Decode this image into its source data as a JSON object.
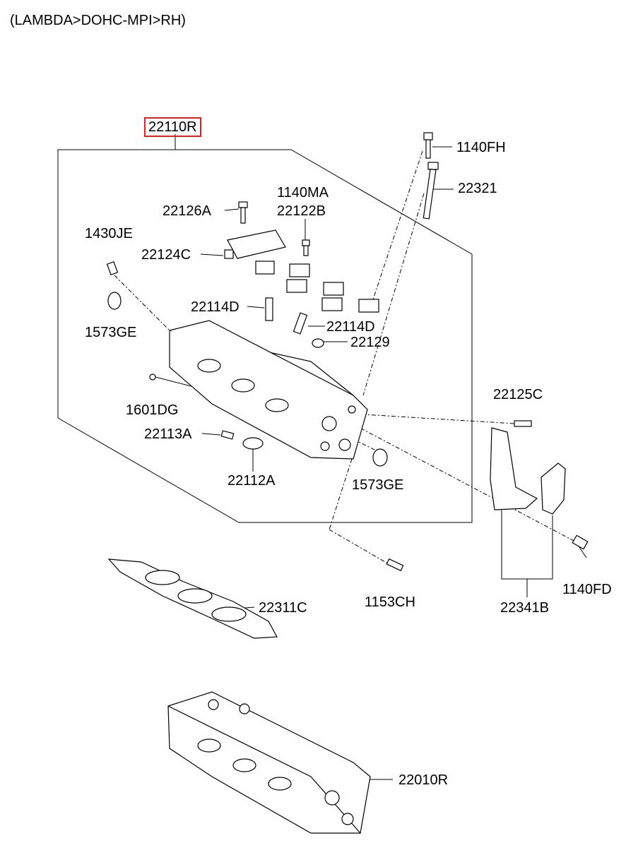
{
  "title": "(LAMBDA>DOHC-MPI>RH)",
  "parts": {
    "p22110R": "22110R",
    "p1140FH": "1140FH",
    "p22321": "22321",
    "p1140MA": "1140MA",
    "p22122B": "22122B",
    "p22126A": "22126A",
    "p1430JE": "1430JE",
    "p22124C": "22124C",
    "p22114D_a": "22114D",
    "p22114D_b": "22114D",
    "p22129": "22129",
    "p1573GE_a": "1573GE",
    "p1573GE_b": "1573GE",
    "p1601DG": "1601DG",
    "p22125C": "22125C",
    "p22113A": "22113A",
    "p22112A": "22112A",
    "p1153CH": "1153CH",
    "p22311C": "22311C",
    "p22341B": "22341B",
    "p1140FD": "1140FD",
    "p22010R": "22010R"
  },
  "highlight_color": "#e02020"
}
